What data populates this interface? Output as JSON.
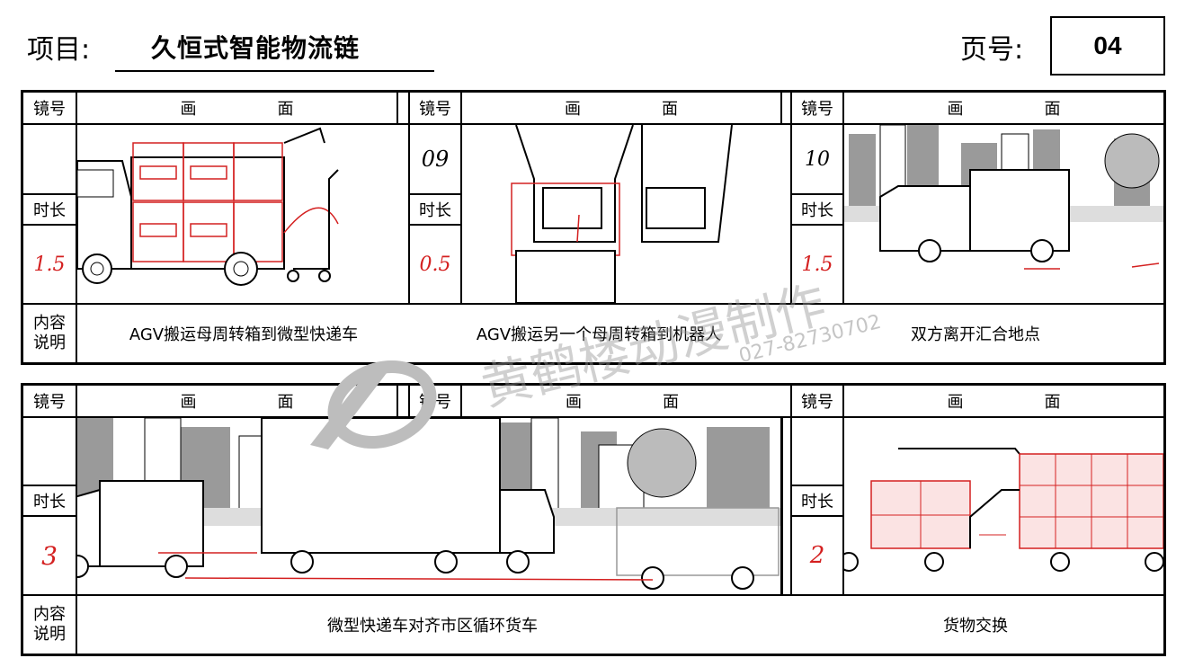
{
  "header": {
    "project_label": "项目:",
    "project_name": "久恒式智能物流链",
    "page_label": "页号:",
    "page_number": "04"
  },
  "labels": {
    "shot": "镜号",
    "picture": "画　　　　　面",
    "duration": "时长",
    "content_l1": "内容",
    "content_l2": "说明"
  },
  "shots": [
    {
      "shot": "",
      "duration": "1.5"
    },
    {
      "shot": "09",
      "duration": "0.5"
    },
    {
      "shot": "10",
      "duration": "1.5"
    },
    {
      "shot": "",
      "duration": "3"
    },
    {
      "shot": "",
      "duration": "2"
    }
  ],
  "descriptions": {
    "row1": [
      "AGV搬运母周转箱到微型快递车",
      "AGV搬运另一个母周转箱到机器人",
      "双方离开汇合地点"
    ],
    "row2": [
      "微型快递车对齐市区循环货车",
      "货物交换"
    ]
  },
  "watermark": {
    "studio": "黄鹤楼动漫制作",
    "phone": "027-82730702"
  },
  "colors": {
    "ink": "#000000",
    "annotation_red": "#d42020",
    "building_gray": "#9a9a9a"
  }
}
